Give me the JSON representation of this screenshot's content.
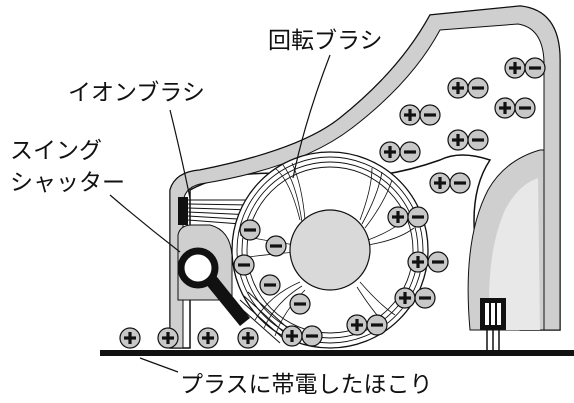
{
  "labels": {
    "rotating_brush": "回転ブラシ",
    "ion_brush": "イオンブラシ",
    "swing_shutter_line1": "スイング",
    "swing_shutter_line2": "シャッター",
    "dust": "プラスに帯電したほこり"
  },
  "symbols": {
    "plus": "+",
    "minus": "−"
  },
  "colors": {
    "housing_fill": "#d9d9d9",
    "housing_dark": "#9a9a9a",
    "particle_fill": "#c8c8c8",
    "ink": "#111111"
  }
}
